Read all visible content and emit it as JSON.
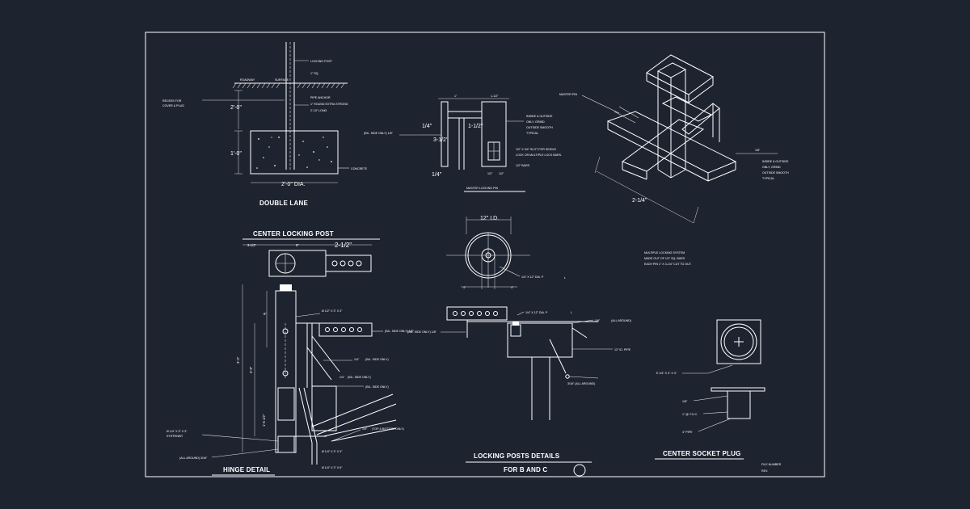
{
  "double_lane": {
    "title": "DOUBLE LANE",
    "notes": {
      "locking_post": "LOCKING POST",
      "sq": "1\" SQ.",
      "roadway": "ROADWAY",
      "surface": "SURFACE",
      "recess": [
        "RECESS FOR",
        "COVER & PLUG"
      ],
      "pipe_anchor": [
        "PIPE ANCHOR",
        "1\" ROUND EXTRA STRONG",
        "2'-10\" LONG"
      ],
      "concrete": "CONCRETE"
    },
    "dims": {
      "a": "2'-0\"",
      "b": "1'-0\"",
      "c": "2'-0\" DIA."
    }
  },
  "master_pin": {
    "title": "MASTER LOCKING PIN",
    "notes": {
      "weld": "(BIL. SIDE ONLY) 1/8\"",
      "inside_outside": [
        "INSIDE & OUTSIDE",
        "ONLY, GRIND",
        "OUTSIDE SMOOTH",
        "TYPICAL"
      ],
      "slot": [
        "1/2\" X 3/4\" SLOT FOR SINGLE",
        "LOCK OR MULTIPLE LOCK BARS."
      ],
      "bars": "1/2\" BARS"
    },
    "dims": {
      "d1": "1\"",
      "d2": "1-1/2\"",
      "d3": "1/4\"",
      "d4": "1-1/2\"",
      "d5": "3-1/2\"",
      "d6": "1/4\"",
      "d7": "1/2\"",
      "d8": "1/2\""
    }
  },
  "iso": {
    "master_pin": "MASTER PIN",
    "weld": "1/8\"",
    "inside_outside": [
      "INSIDE & OUTSIDE",
      "ONLY, GRIND",
      "OUTSIDE SMOOTH",
      "TYPICAL"
    ],
    "dim": "2-1/4\"",
    "multiple": [
      "MULTIPLE LOCKING SYSTEM",
      "MADE OUT OF 1/2\" SQ. BARS",
      "EACH PIN 1\" X 3-1/4\" CUT TO OUT."
    ]
  },
  "center_post": {
    "title": "CENTER LOCKING POST",
    "dims": {
      "a": "3-1/2\"",
      "b": "6\"",
      "c": "2-1/2\"",
      "d": "8\"",
      "e": "3'-3\"",
      "f": "3'-9\"",
      "g": "1'-6 1/2\""
    },
    "notes": {
      "n1": "Ø 1/2\" X 3\" X 3\"",
      "n2": "(BIL. SIDE ONLY) 1/8\"",
      "n3": "1/4\"",
      "n4": "(BIL. SIDE ONLY)",
      "n5": "1/4\"",
      "n6": "(BIL. SIDE ONLY)",
      "n7": "(BIL. SIDE ONLY)",
      "n8": "1/4\"",
      "n9": "(TOP & BOTTOM ONLY)",
      "n10": "Ø 1/4\" X 3\" X 3\"",
      "stiffener": [
        "Ø 1/4\" X 3\" X 3\"",
        "STIFFENER"
      ],
      "all_around": "(ALL AROUND) 3/16\"",
      "n11": "Ø 1/4\" X 3\" X 6\""
    }
  },
  "hinge": {
    "title": "HINGE DETAIL"
  },
  "sleeve": {
    "dims": {
      "top": "12\" I.D.",
      "side": "4\""
    },
    "notes": {
      "dia": "1/4\" X 12\" DIA. P",
      "l": "L"
    }
  },
  "post_section": {
    "notes": {
      "dia": "1/4\" X 12\" DIA. P",
      "l": "L",
      "weld1": "(BIL. SIDE ONLY) 1/8\"",
      "weld2": "1/8\"",
      "all_around": "(ALL AROUND)",
      "pipe": "12\" ID. PIPE",
      "all_around2": "3/16\" (ALL AROUND)"
    }
  },
  "locking_details": {
    "title": "LOCKING POSTS DETAILS",
    "subtitle": "FOR B AND C"
  },
  "socket": {
    "title": "CENTER SOCKET PLUG",
    "notes": {
      "n1": "E 1/4\" X 4\" X 4\"",
      "n2": "1/8\"",
      "n3": "1\" @ T.O.C.",
      "n4": "4\" PIPE"
    }
  },
  "title_block": {
    "line1": "FILE NUMBER",
    "line2": "REV."
  }
}
